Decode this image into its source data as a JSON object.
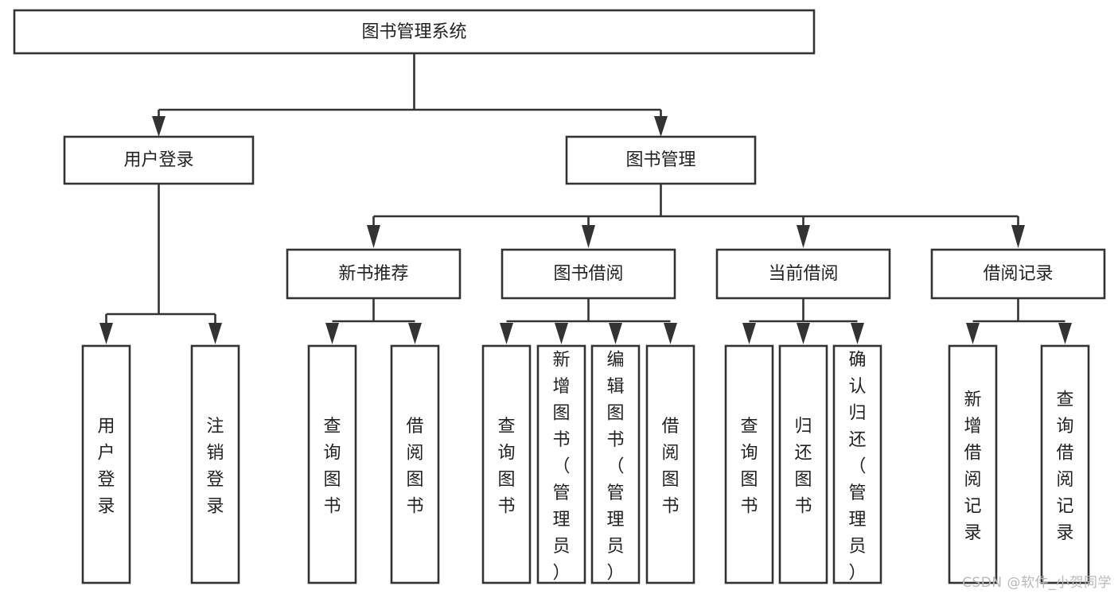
{
  "diagram": {
    "title": "图书管理系统",
    "watermark": "CSDN @软件_小贺同学",
    "theme": {
      "background": "#ffffff",
      "box_fill": "#ffffff",
      "box_stroke": "#333333",
      "text_color": "#222222",
      "watermark_color": "#b9b9b9"
    },
    "nodes": {
      "root": {
        "label": "图书管理系统",
        "level": 1,
        "orientation": "horizontal"
      },
      "l2_user_login": {
        "label": "用户登录",
        "level": 2,
        "orientation": "horizontal"
      },
      "l2_book_manage": {
        "label": "图书管理",
        "level": 2,
        "orientation": "horizontal"
      },
      "l3_new_book_rec": {
        "label": "新书推荐",
        "level": 3,
        "orientation": "horizontal"
      },
      "l3_book_borrow": {
        "label": "图书借阅",
        "level": 3,
        "orientation": "horizontal"
      },
      "l3_current_borrow": {
        "label": "当前借阅",
        "level": 3,
        "orientation": "horizontal"
      },
      "l3_borrow_record": {
        "label": "借阅记录",
        "level": 3,
        "orientation": "horizontal"
      },
      "leaf_user_login": {
        "label": "用户登录",
        "level": 4,
        "orientation": "vertical",
        "parent": "用户登录"
      },
      "leaf_logout": {
        "label": "注销登录",
        "level": 4,
        "orientation": "vertical",
        "parent": "用户登录"
      },
      "leaf_query_book_rec": {
        "label": "查询图书",
        "level": 4,
        "orientation": "vertical",
        "parent": "新书推荐"
      },
      "leaf_borrow_book_rec": {
        "label": "借阅图书",
        "level": 4,
        "orientation": "vertical",
        "parent": "新书推荐"
      },
      "leaf_query_book_borrow": {
        "label": "查询图书",
        "level": 4,
        "orientation": "vertical",
        "parent": "图书借阅"
      },
      "leaf_add_book": {
        "label": "新增图书（管理员）",
        "level": 4,
        "orientation": "vertical",
        "parent": "图书借阅"
      },
      "leaf_edit_book": {
        "label": "编辑图书（管理员）",
        "level": 4,
        "orientation": "vertical",
        "parent": "图书借阅"
      },
      "leaf_borrow_book": {
        "label": "借阅图书",
        "level": 4,
        "orientation": "vertical",
        "parent": "图书借阅"
      },
      "leaf_query_book_cur": {
        "label": "查询图书",
        "level": 4,
        "orientation": "vertical",
        "parent": "当前借阅"
      },
      "leaf_return_book": {
        "label": "归还图书",
        "level": 4,
        "orientation": "vertical",
        "parent": "当前借阅"
      },
      "leaf_confirm_return": {
        "label": "确认归还（管理员）",
        "level": 4,
        "orientation": "vertical",
        "parent": "当前借阅"
      },
      "leaf_add_record": {
        "label": "新增借阅记录",
        "level": 4,
        "orientation": "vertical",
        "parent": "借阅记录"
      },
      "leaf_query_record": {
        "label": "查询借阅记录",
        "level": 4,
        "orientation": "vertical",
        "parent": "借阅记录"
      }
    }
  }
}
